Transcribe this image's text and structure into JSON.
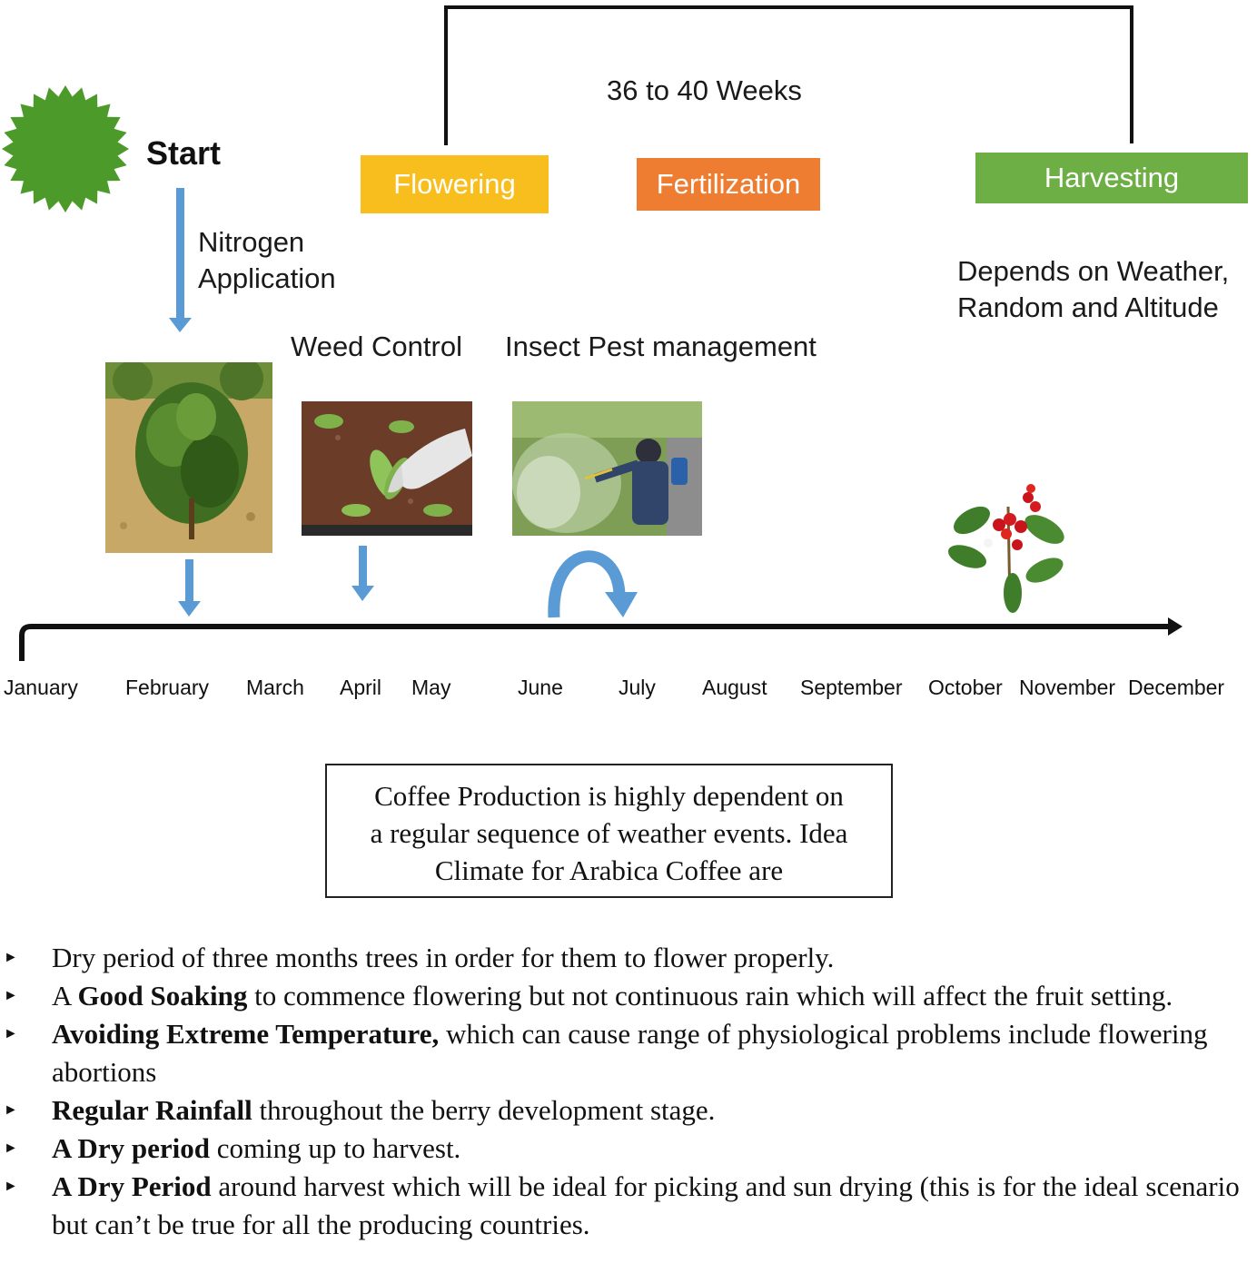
{
  "duration_label": "36 to 40 Weeks",
  "start_label": "Start",
  "nitrogen_label": [
    "Nitrogen",
    "Application"
  ],
  "weed_label": "Weed Control",
  "pest_label": "Insect Pest management",
  "stages": {
    "flowering": "Flowering",
    "fertilization": "Fertilization",
    "harvesting": "Harvesting"
  },
  "harvest_note": [
    "Depends on Weather,",
    "Random and Altitude"
  ],
  "months": [
    "January",
    "February",
    "March",
    "April",
    "May",
    "June",
    "July",
    "August",
    "September",
    "October",
    "November",
    "December"
  ],
  "info_box": [
    "Coffee Production is highly dependent on",
    "a regular sequence of weather events. Idea",
    "Climate for Arabica Coffee are"
  ],
  "bullets": [
    {
      "bold": "",
      "text": "Dry period of three months trees in order for them to flower properly.",
      "lead": ""
    },
    {
      "lead": "A ",
      "bold": "Good Soaking",
      "text": " to commence flowering but not continuous rain which will affect the fruit setting."
    },
    {
      "lead": "",
      "bold": "Avoiding Extreme Temperature,",
      "text": " which can cause range of physiological problems include flowering abortions"
    },
    {
      "lead": "",
      "bold": "Regular Rainfall",
      "text": " throughout the berry development stage."
    },
    {
      "lead": "",
      "bold": "A Dry period",
      "text": " coming up to harvest."
    },
    {
      "lead": "",
      "bold": "A Dry Period",
      "text": " around harvest which will be ideal for picking and sun drying (this is for the ideal scenario but can’t be true for all the producing countries."
    }
  ],
  "colors": {
    "flowering": "#F8BE1E",
    "fertilization": "#EE7D31",
    "harvesting": "#6DAE45",
    "start_sun": "#4C9A29",
    "arrow_blue": "#5B9BD5",
    "timeline": "#111111"
  }
}
